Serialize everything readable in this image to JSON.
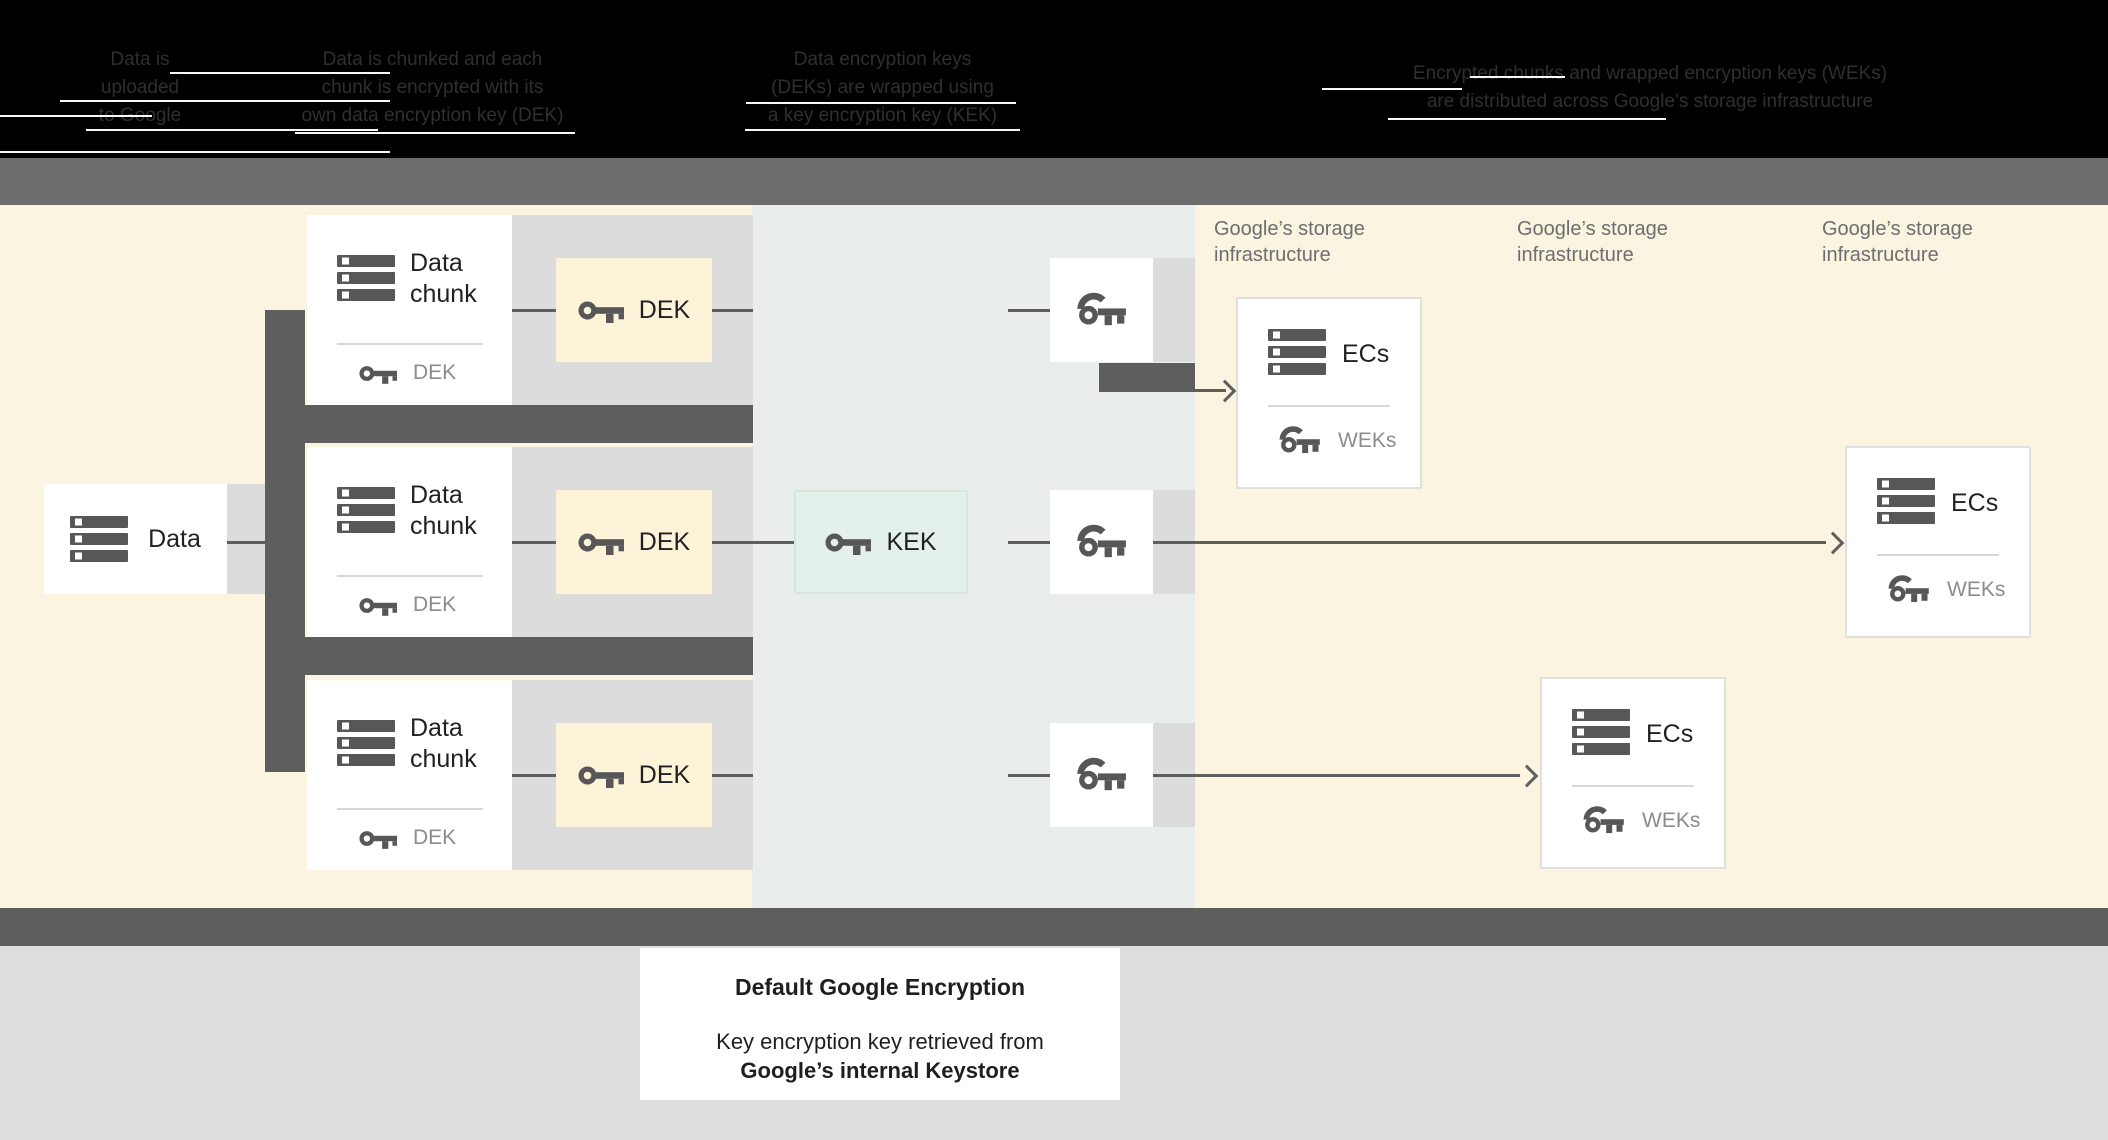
{
  "header": {
    "steps": [
      {
        "lines": [
          "Data is",
          "uploaded",
          "to Google"
        ]
      },
      {
        "lines": [
          "Data is chunked and each",
          "chunk is encrypted with its",
          "own data encryption key (DEK)"
        ]
      },
      {
        "lines": [
          "Data encryption keys",
          "(DEKs) are wrapped using",
          "a key encryption key (KEK)"
        ]
      },
      {
        "lines": [
          "Encrypted chunks and wrapped encryption keys (WEKs)",
          "are distributed across Google’s storage infrastructure"
        ]
      }
    ]
  },
  "diagram": {
    "data_box": {
      "label": "Data"
    },
    "chunk_cards": [
      {
        "title_lines": [
          "Data",
          "chunk"
        ],
        "key_label": "DEK"
      },
      {
        "title_lines": [
          "Data",
          "chunk"
        ],
        "key_label": "DEK"
      },
      {
        "title_lines": [
          "Data",
          "chunk"
        ],
        "key_label": "DEK"
      }
    ],
    "dek_boxes": [
      {
        "label": "DEK"
      },
      {
        "label": "DEK"
      },
      {
        "label": "DEK"
      }
    ],
    "kek_box": {
      "label": "KEK"
    },
    "storage_labels": [
      {
        "lines": [
          "Google’s storage",
          "infrastructure"
        ]
      },
      {
        "lines": [
          "Google’s storage",
          "infrastructure"
        ]
      },
      {
        "lines": [
          "Google’s storage",
          "infrastructure"
        ]
      }
    ],
    "ec_cards": [
      {
        "title": "ECs",
        "key_label": "WEKs"
      },
      {
        "title": "ECs",
        "key_label": "WEKs"
      },
      {
        "title": "ECs",
        "key_label": "WEKs"
      }
    ]
  },
  "caption": {
    "title": "Default Google Encryption",
    "line1": "Key encryption key retrieved from",
    "line2": "Google’s internal Keystore"
  },
  "colors": {
    "background_cream": "#faf4e1",
    "kek_band": "#e9edec",
    "kek_mint": "#e3f1ea",
    "dek_cream": "#fdf3d8",
    "dark_gray": "#5e5e5e",
    "top_bar_gray": "#6c6c6c",
    "light_strip_gray": "#dcdcdc",
    "footer_gray": "#dedede",
    "text_dark": "#212121",
    "muted_label_gray": "#8c8c8c",
    "storage_label_gray": "#6e6e6e"
  }
}
